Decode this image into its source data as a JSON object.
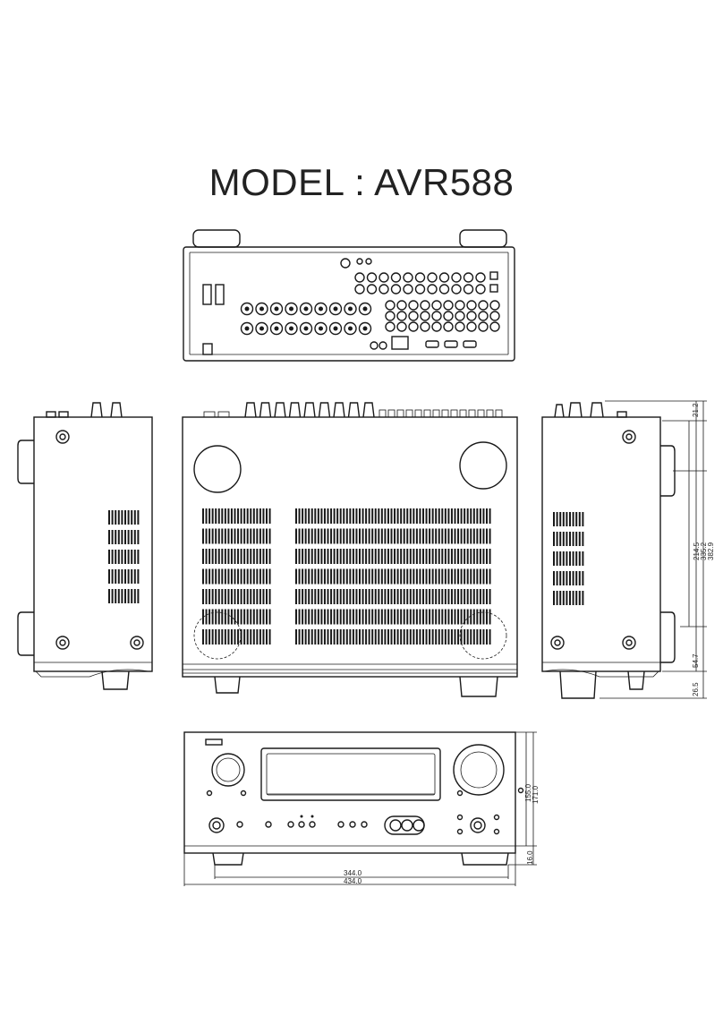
{
  "title": "MODEL : AVR588",
  "colors": {
    "line": "#1a1a1a",
    "background": "#ffffff"
  },
  "dimensions": {
    "side_total_depth": "382.9",
    "side_depth_mid": "335.2",
    "side_depth_inner": "214.5",
    "side_top_offset": "21.2",
    "side_bottom_offset": "54.7",
    "side_foot": "26.5",
    "front_height_body": "155.0",
    "front_height_total": "171.0",
    "front_foot": "16.0",
    "front_width_inner": "344.0",
    "front_width_total": "434.0"
  },
  "views": [
    "rear-view",
    "left-side-view",
    "top-view",
    "right-side-view",
    "front-view"
  ]
}
